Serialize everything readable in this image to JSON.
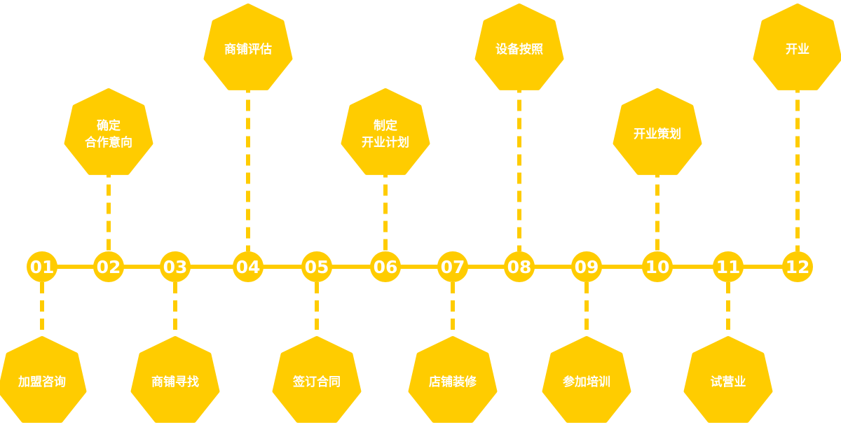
{
  "colors": {
    "accent": "#FFCC00",
    "text": "#FFFFFF",
    "background": "#FFFFFF"
  },
  "steps": [
    {
      "number": "01",
      "label": [
        "加盟咨询"
      ],
      "side": "below"
    },
    {
      "number": "02",
      "label": [
        "确定",
        "合作意向"
      ],
      "side": "above"
    },
    {
      "number": "03",
      "label": [
        "商铺寻找"
      ],
      "side": "below"
    },
    {
      "number": "04",
      "label": [
        "商铺评估"
      ],
      "side": "above"
    },
    {
      "number": "05",
      "label": [
        "签订合同"
      ],
      "side": "below"
    },
    {
      "number": "06",
      "label": [
        "制定",
        "开业计划"
      ],
      "side": "above"
    },
    {
      "number": "07",
      "label": [
        "店铺装修"
      ],
      "side": "below"
    },
    {
      "number": "08",
      "label": [
        "设备按照"
      ],
      "side": "above"
    },
    {
      "number": "09",
      "label": [
        "参加培训"
      ],
      "side": "below"
    },
    {
      "number": "10",
      "label": [
        "开业策划"
      ],
      "side": "above"
    },
    {
      "number": "11",
      "label": [
        "试营业"
      ],
      "side": "below"
    },
    {
      "number": "12",
      "label": [
        "开业"
      ],
      "side": "above"
    }
  ]
}
